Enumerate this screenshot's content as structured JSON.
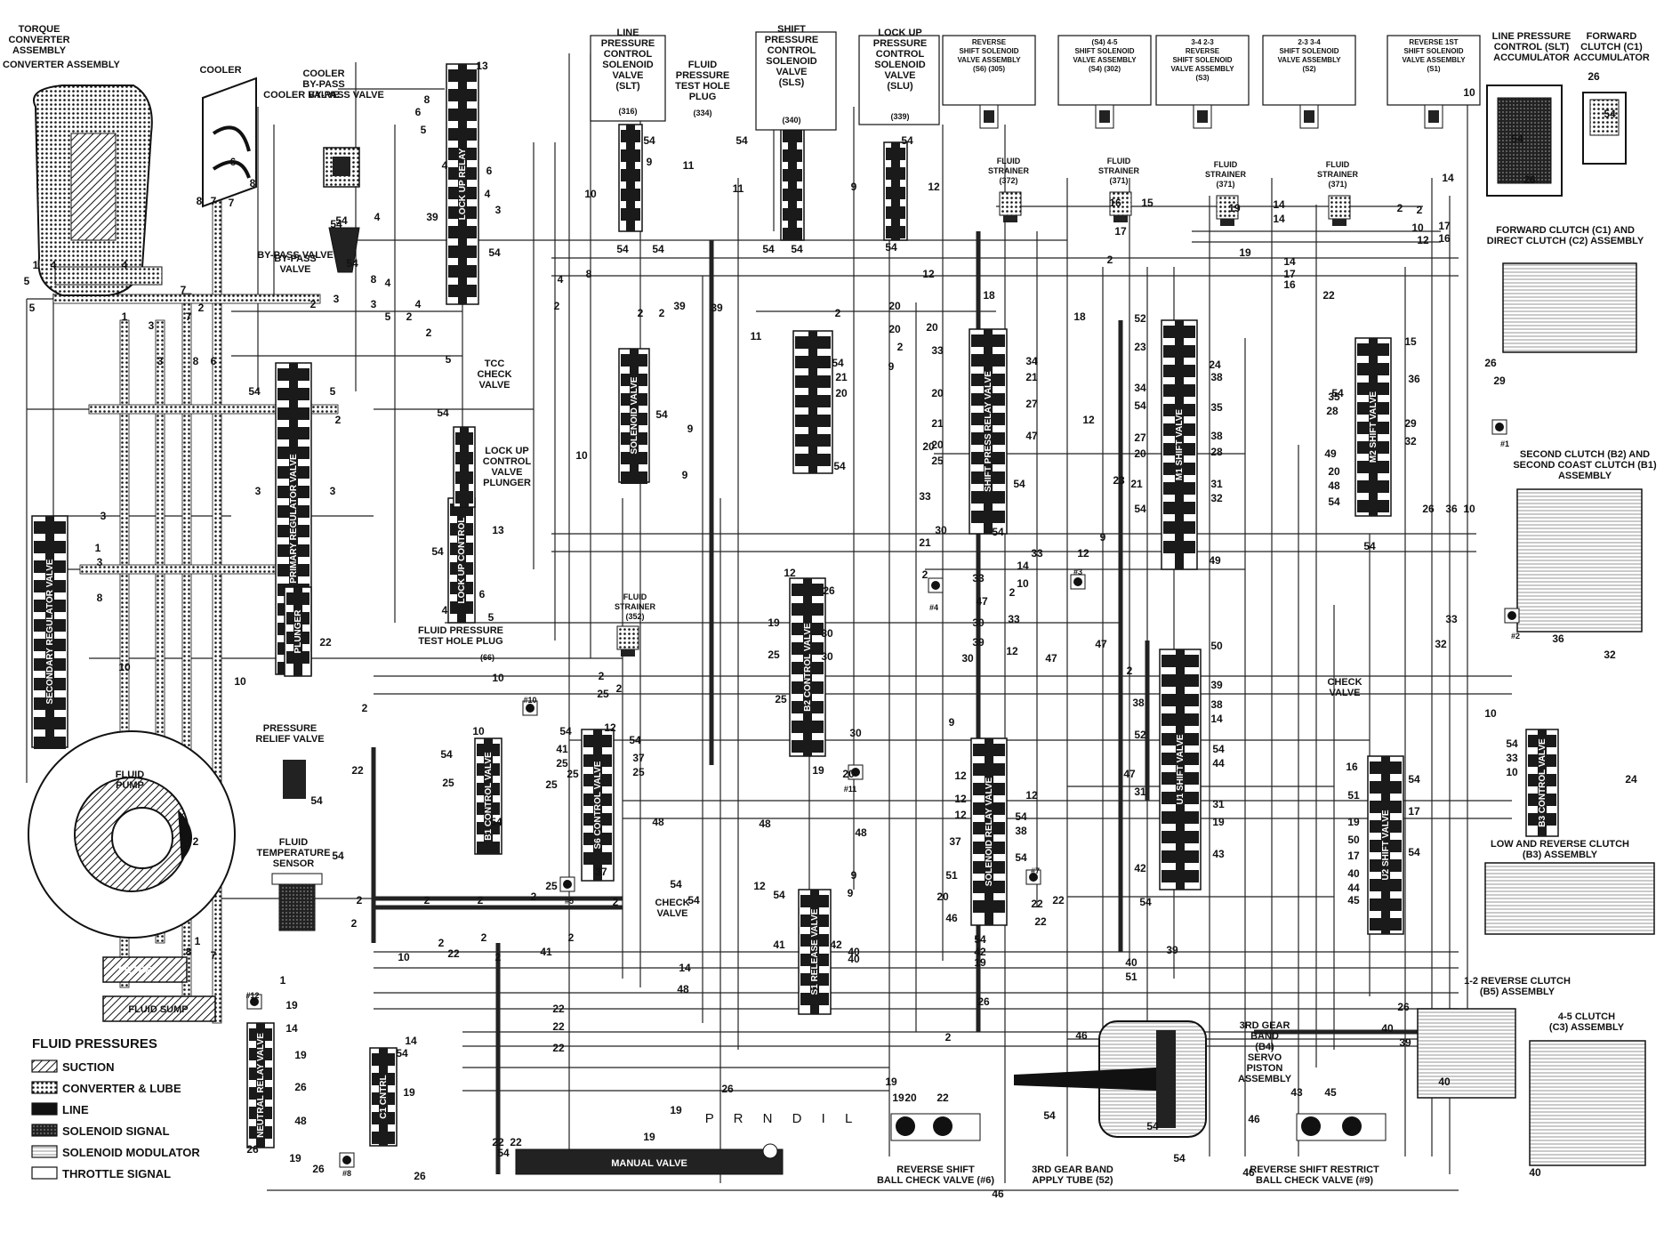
{
  "components": {
    "torque_converter": "TORQUE\nCONVERTER\nASSEMBLY",
    "cooler": "COOLER",
    "cooler_bypass": "COOLER\nBY-PASS\nVALVE",
    "bypass_valve": "BY-PASS\nVALVE",
    "lock_up_relay": "LOCK UP RELAY",
    "slt_solenoid": "LINE\nPRESSURE\nCONTROL\nSOLENOID\nVALVE\n(SLT)",
    "test_hole_plug_top": "FLUID\nPRESSURE\nTEST HOLE\nPLUG",
    "sls_solenoid": "SHIFT\nPRESSURE\nCONTROL\nSOLENOID\nVALVE\n(SLS)",
    "slu_solenoid": "LOCK UP\nPRESSURE\nCONTROL\nSOLENOID\nVALVE\n(SLU)",
    "slt_accumulator": "LINE PRESSURE\nCONTROL (SLT)\nACCUMULATOR",
    "c1_accumulator": "FORWARD\nCLUTCH (C1)\nACCUMULATOR",
    "c1c2_assembly": "FORWARD CLUTCH (C1) AND\nDIRECT CLUTCH (C2) ASSEMBLY",
    "b2b1_assembly": "SECOND CLUTCH (B2) AND\nSECOND COAST CLUTCH (B1)\nASSEMBLY",
    "b3_assembly": "LOW AND REVERSE CLUTCH\n(B3) ASSEMBLY",
    "b5_assembly": "1-2 REVERSE CLUTCH\n(B5) ASSEMBLY",
    "c3_assembly": "4-5 CLUTCH\n(C3) ASSEMBLY",
    "tcc_check_valve": "TCC\nCHECK\nVALVE",
    "lockup_plunger": "LOCK UP\nCONTROL\nVALVE\nPLUNGER",
    "primary_regulator": "PRIMARY REGULATOR VALVE",
    "secondary_regulator": "SECONDARY REGULATOR VALVE",
    "plunger": "PLUNGER",
    "lockup_control": "LOCK UP CONTROL",
    "test_hole_plug_mid": "FLUID PRESSURE\nTEST HOLE PLUG",
    "fluid_strainer": "FLUID\nSTRAINER",
    "solenoid_valve": "SOLENOID VALVE",
    "shift_press_relay": "SHIFT PRESS RELAY VALVE",
    "m1_shift": "M1 SHIFT VALVE",
    "m2_shift": "M2 SHIFT VALVE",
    "b2_control": "B2 CONTROL VALVE",
    "u1_shift": "U1 SHIFT VALVE",
    "u2_shift": "U2 SHIFT VALVE",
    "b3_control": "B3 CONTROL VALVE",
    "b1_control": "B1 CONTROL VALVE",
    "s6_control": "S6 CONTROL VALVE",
    "solenoid_relay": "SOLENOID RELAY VALVE",
    "s1_release": "S1 RELEASE VALVE",
    "neutral_relay": "NEUTRAL RELAY VALVE",
    "c1_cntrl": "C1 CNTRL",
    "fluid_pump": "FLUID\nPUMP",
    "pressure_relief": "PRESSURE\nRELIEF VALVE",
    "temp_sensor": "FLUID\nTEMPERATURE\nSENSOR",
    "filter": "FILTER",
    "fluid_sump": "FLUID SUMP",
    "check_valve": "CHECK\nVALVE",
    "manual_valve": "MANUAL VALVE",
    "gear_positions": "P R N D I L",
    "reverse_shift_ball": "REVERSE SHIFT\nBALL CHECK VALVE (#6)",
    "third_band_tube": "3RD GEAR BAND\nAPPLY TUBE (52)",
    "third_band_servo": "3RD GEAR\nBAND\n(B4)\nSERVO\nPISTON\nASSEMBLY",
    "reverse_shift_restrict": "REVERSE SHIFT RESTRICT\nBALL CHECK VALVE (#9)"
  },
  "solenoid_boxes": [
    "REVERSE\nSHIFT SOLENOID\nVALVE ASSEMBLY\n(S6) (305)",
    "(S4) 4-5\nSHIFT SOLENOID\nVALVE ASSEMBLY\n(S4) (302)",
    "3-4 2-3\nREVERSE\nSHIFT SOLENOID\nVALVE ASSEMBLY\n(S3)",
    "2-3 3-4\nSHIFT SOLENOID\nVALVE ASSEMBLY\n(S2)",
    "REVERSE 1ST\nSHIFT SOLENOID\nVALVE ASSEMBLY\n(S1)"
  ],
  "part_refs": {
    "slt": "(316)",
    "plug": "(334)",
    "sls": "(340)",
    "slu": "(339)",
    "str1": "(372)",
    "str2": "(371)",
    "str3": "(371)",
    "str4": "(371)",
    "str_mid": "(352)",
    "plug_mid": "(66)"
  },
  "check_balls": [
    "#1",
    "#2",
    "#3",
    "#4",
    "#5",
    "#7",
    "#8",
    "#10",
    "#11",
    "#12"
  ],
  "legend": {
    "title": "FLUID PRESSURES",
    "items": [
      {
        "label": "SUCTION",
        "pattern": "hatch"
      },
      {
        "label": "CONVERTER & LUBE",
        "pattern": "dots"
      },
      {
        "label": "LINE",
        "pattern": "solid"
      },
      {
        "label": "SOLENOID SIGNAL",
        "pattern": "dark"
      },
      {
        "label": "SOLENOID MODULATOR",
        "pattern": "fine"
      },
      {
        "label": "THROTTLE SIGNAL",
        "pattern": "open"
      }
    ]
  },
  "colors": {
    "ink": "#111111",
    "paper": "#ffffff",
    "line": "#222222"
  }
}
